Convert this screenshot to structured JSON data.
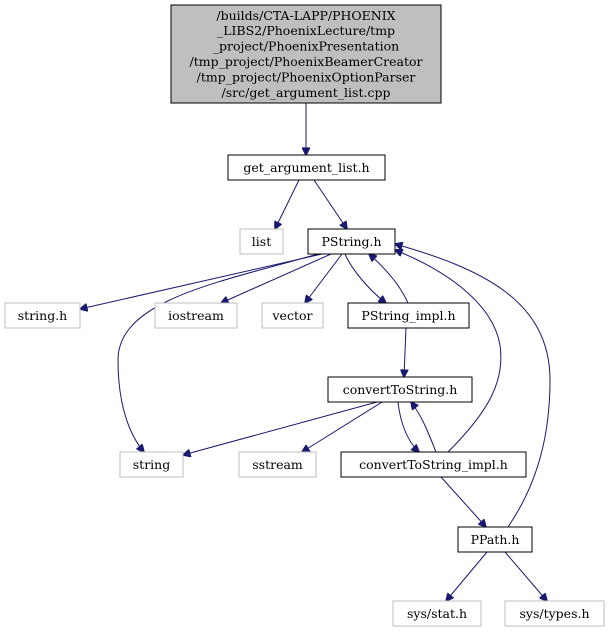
{
  "colors": {
    "edge": "#191970",
    "root_fill": "#bfbfbf",
    "node_border": "#000000",
    "external_border": "#bfbfbf",
    "text": "#000000"
  },
  "nodes": [
    {
      "id": "root",
      "lines": [
        "/builds/CTA-LAPP/PHOENIX",
        "_LIBS2/PhoenixLecture/tmp",
        "_project/PhoenixPresentation",
        "/tmp_project/PhoenixBeamerCreator",
        "/tmp_project/PhoenixOptionParser",
        "/src/get_argument_list.cpp"
      ],
      "kind": "root"
    },
    {
      "id": "get_argument_list_h",
      "lines": [
        "get_argument_list.h"
      ],
      "kind": "internal"
    },
    {
      "id": "list",
      "lines": [
        "list"
      ],
      "kind": "external"
    },
    {
      "id": "pstring_h",
      "lines": [
        "PString.h"
      ],
      "kind": "internal"
    },
    {
      "id": "string_h",
      "lines": [
        "string.h"
      ],
      "kind": "external"
    },
    {
      "id": "iostream",
      "lines": [
        "iostream"
      ],
      "kind": "external"
    },
    {
      "id": "vector",
      "lines": [
        "vector"
      ],
      "kind": "external"
    },
    {
      "id": "pstring_impl_h",
      "lines": [
        "PString_impl.h"
      ],
      "kind": "internal"
    },
    {
      "id": "converttostring_h",
      "lines": [
        "convertToString.h"
      ],
      "kind": "internal"
    },
    {
      "id": "string",
      "lines": [
        "string"
      ],
      "kind": "external"
    },
    {
      "id": "sstream",
      "lines": [
        "sstream"
      ],
      "kind": "external"
    },
    {
      "id": "converttostring_impl_h",
      "lines": [
        "convertToString_impl.h"
      ],
      "kind": "internal"
    },
    {
      "id": "ppath_h",
      "lines": [
        "PPath.h"
      ],
      "kind": "internal"
    },
    {
      "id": "sys_stat_h",
      "lines": [
        "sys/stat.h"
      ],
      "kind": "external"
    },
    {
      "id": "sys_types_h",
      "lines": [
        "sys/types.h"
      ],
      "kind": "external"
    }
  ],
  "edges": [
    {
      "from": "root",
      "to": "get_argument_list_h"
    },
    {
      "from": "get_argument_list_h",
      "to": "list"
    },
    {
      "from": "get_argument_list_h",
      "to": "pstring_h"
    },
    {
      "from": "pstring_h",
      "to": "string_h"
    },
    {
      "from": "pstring_h",
      "to": "iostream"
    },
    {
      "from": "pstring_h",
      "to": "vector"
    },
    {
      "from": "pstring_h",
      "to": "pstring_impl_h"
    },
    {
      "from": "pstring_h",
      "to": "string"
    },
    {
      "from": "pstring_impl_h",
      "to": "pstring_h"
    },
    {
      "from": "pstring_impl_h",
      "to": "converttostring_h"
    },
    {
      "from": "converttostring_h",
      "to": "string"
    },
    {
      "from": "converttostring_h",
      "to": "sstream"
    },
    {
      "from": "converttostring_h",
      "to": "converttostring_impl_h"
    },
    {
      "from": "converttostring_impl_h",
      "to": "converttostring_h"
    },
    {
      "from": "converttostring_impl_h",
      "to": "pstring_h"
    },
    {
      "from": "converttostring_impl_h",
      "to": "ppath_h"
    },
    {
      "from": "ppath_h",
      "to": "pstring_h"
    },
    {
      "from": "ppath_h",
      "to": "sys_stat_h"
    },
    {
      "from": "ppath_h",
      "to": "sys_types_h"
    }
  ]
}
